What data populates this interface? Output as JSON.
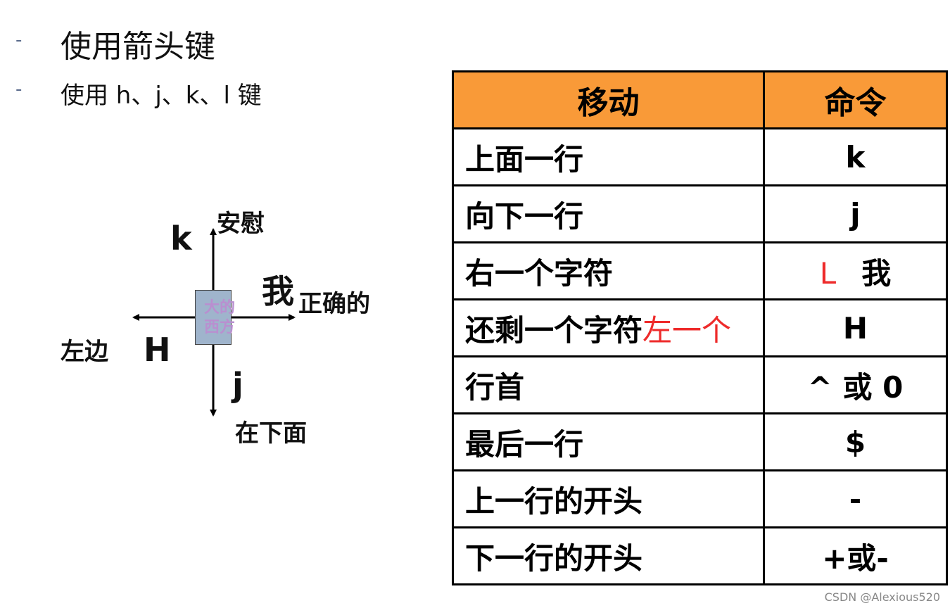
{
  "bullets": [
    {
      "dash": "-",
      "text": "使用箭头键"
    },
    {
      "dash": "-",
      "text": "使用 h、j、k、l 键"
    }
  ],
  "diagram": {
    "up_letter": "k",
    "up_label": "安慰",
    "right_letter": "我",
    "right_label": "正确的",
    "left_letter": "H",
    "left_label": "左边",
    "down_letter": "j",
    "down_label": "在下面",
    "box_text_1": "大的",
    "box_text_2": "西方"
  },
  "table": {
    "headers": [
      "移动",
      "命令"
    ],
    "rows": [
      {
        "move": "上面一行",
        "cmd": "k"
      },
      {
        "move": "向下一行",
        "cmd": "j"
      },
      {
        "move": "右一个字符",
        "cmd_prefix": "L",
        "cmd": "我"
      },
      {
        "move": "还剩一个字符",
        "move_note": "左一个",
        "cmd": "H"
      },
      {
        "move": "行首",
        "cmd": "^ 或 0"
      },
      {
        "move": "最后一行",
        "cmd": "$"
      },
      {
        "move": "上一行的开头",
        "cmd": "-"
      },
      {
        "move": "下一行的开头",
        "cmd": "+或-"
      }
    ],
    "header_color": "#f99a38",
    "note_color": "#ee2b2b"
  },
  "watermark": "CSDN @Alexious520"
}
